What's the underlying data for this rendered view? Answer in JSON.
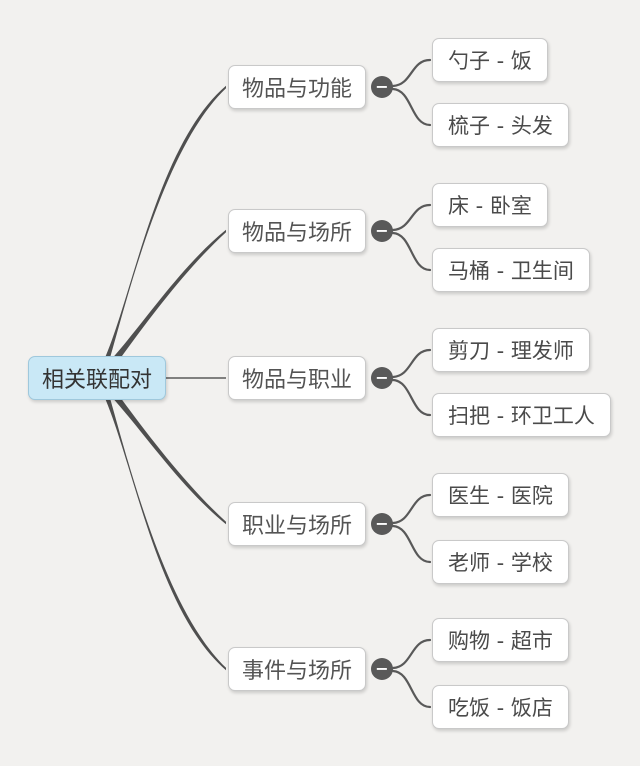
{
  "root": {
    "label": "相关联配对"
  },
  "branches": [
    {
      "label": "物品与功能",
      "children": [
        "勺子 - 饭",
        "梳子 - 头发"
      ]
    },
    {
      "label": "物品与场所",
      "children": [
        "床 - 卧室",
        "马桶 - 卫生间"
      ]
    },
    {
      "label": "物品与职业",
      "children": [
        "剪刀 - 理发师",
        "扫把 - 环卫工人"
      ]
    },
    {
      "label": "职业与场所",
      "children": [
        "医生 - 医院",
        "老师 - 学校"
      ]
    },
    {
      "label": "事件与场所",
      "children": [
        "购物 - 超市",
        "吃饭 - 饭店"
      ]
    }
  ],
  "icons": {
    "collapse": "−"
  },
  "colors": {
    "background": "#f2f1ef",
    "root_fill": "#c9e8f6",
    "root_border": "#9fc8dc",
    "node_fill": "#ffffff",
    "node_border": "#c9c9c9",
    "branch_line": "#4f4f4f",
    "toggle_fill": "#595959",
    "text": "#4a4a4a"
  }
}
